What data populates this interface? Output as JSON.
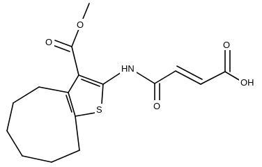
{
  "molecule": {
    "atoms": {
      "methyl": "",
      "ester_o": "O",
      "carbonyl_o": "O",
      "nh": "HN",
      "s": "S",
      "amide_o": "O",
      "acid_o": "O",
      "acid_oh": "OH"
    }
  },
  "colors": {
    "bond": "#000000",
    "text": "#000000",
    "background": "#ffffff"
  }
}
